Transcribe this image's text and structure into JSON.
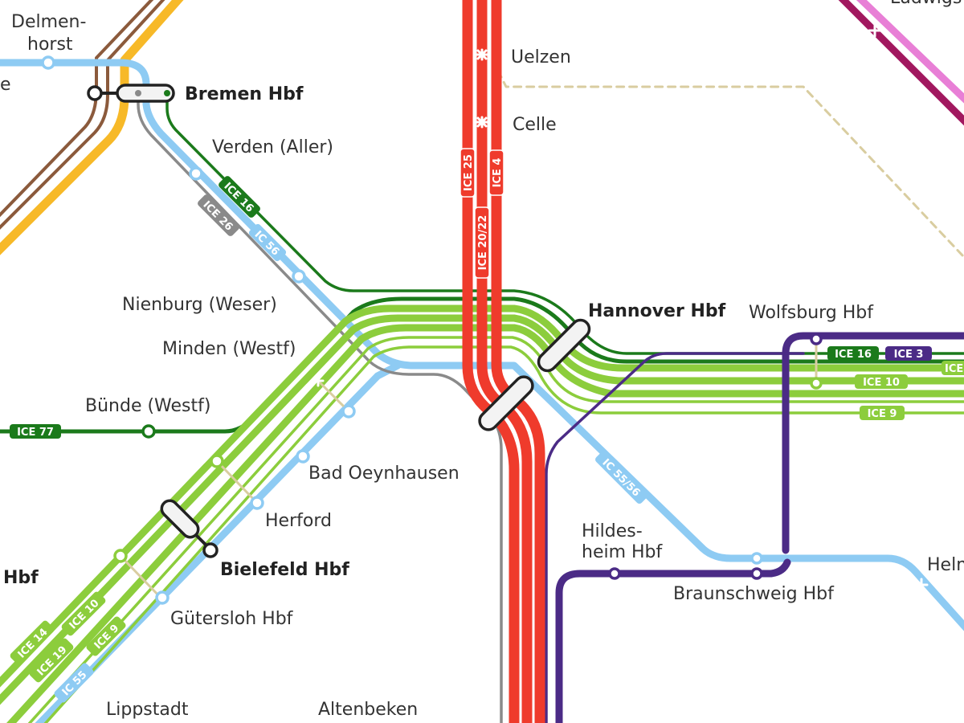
{
  "colors": {
    "ice_red": "#ef3b2c",
    "ice_darkgreen": "#1b7a1b",
    "ice_lightgreen": "#8ccd3c",
    "ice_gray": "#8a8a8a",
    "ic_blue": "#8ecbf3",
    "purple": "#4b2b86",
    "brown": "#8b5a3c",
    "orange": "#f7b928",
    "magenta": "#a1185f",
    "pink": "#e87fd6",
    "dashed": "#d9cda0"
  },
  "stations": {
    "delmenhorst": "Delmen-\nhorst",
    "bremen": "Bremen Hbf",
    "verden": "Verden (Aller)",
    "nienburg": "Nienburg (Weser)",
    "minden": "Minden (Westf)",
    "buende": "Bünde (Westf)",
    "bad_oeynhausen": "Bad Oeynhausen",
    "herford": "Herford",
    "bielefeld": "Bielefeld Hbf",
    "guetersloh": "Gütersloh Hbf",
    "lippstadt": "Lippstadt",
    "altenbeken": "Altenbeken",
    "uelzen": "Uelzen",
    "celle": "Celle",
    "hannover": "Hannover Hbf",
    "wolfsburg": "Wolfsburg Hbf",
    "hildesheim": "Hildes-\nheim Hbf",
    "braunschweig": "Braunschweig Hbf",
    "helmstedt_partial": "Helm",
    "ludwigslust_partial": "Ludwigs",
    "hamm_partial": "Hbf",
    "left_partial": "e"
  },
  "lines": {
    "ice16": "ICE 16",
    "ice26": "ICE 26",
    "ic56": "IC 56",
    "ice25": "ICE 25",
    "ice4": "ICE 4",
    "ice2022": "ICE 20/22",
    "ice77": "ICE 77",
    "ice3": "ICE 3",
    "ice10": "ICE 10",
    "ice9": "ICE 9",
    "ice_cut": "ICE",
    "ic5556": "IC 55/56",
    "ice14": "ICE 14",
    "ice19": "ICE 19",
    "ic55": "IC 55"
  }
}
